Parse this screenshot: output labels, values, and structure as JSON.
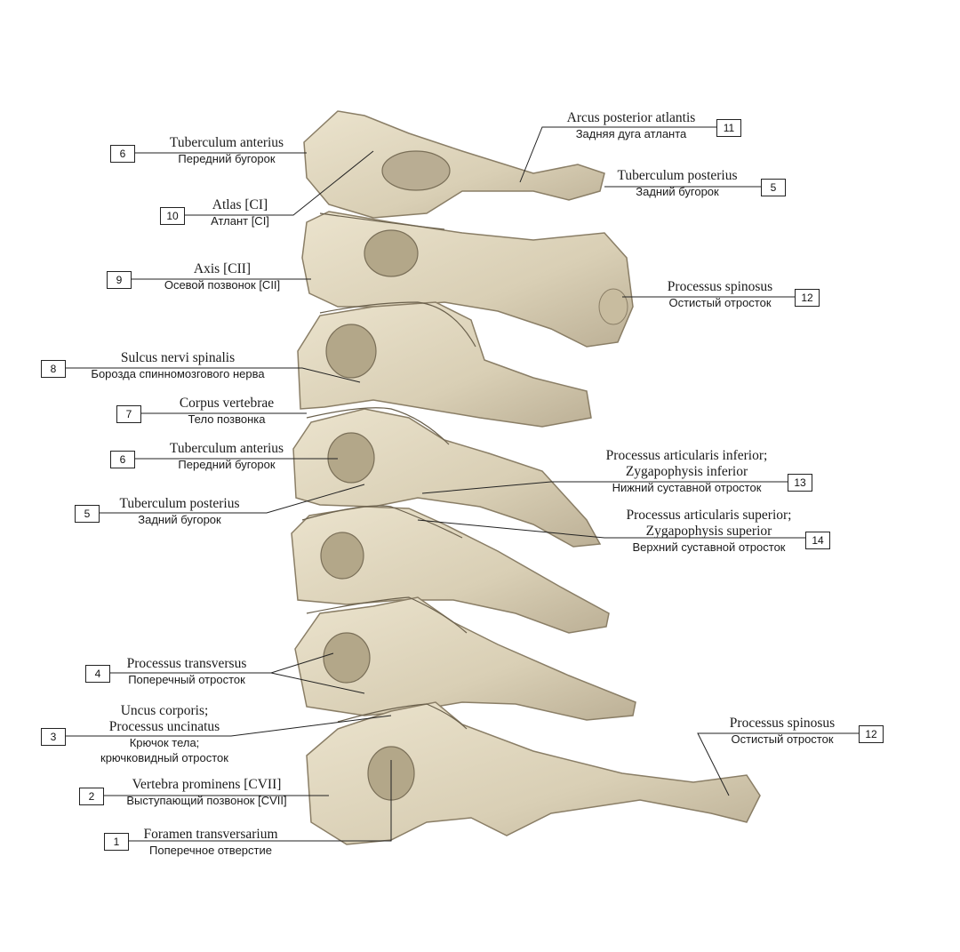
{
  "labels": [
    {
      "num": "6",
      "latin": "Tuberculum anterius",
      "russian": "Передний бугорок"
    },
    {
      "num": "10",
      "latin": "Atlas [CI]",
      "russian": "Атлант [CI]"
    },
    {
      "num": "9",
      "latin": "Axis [CII]",
      "russian": "Осевой позвонок [CII]"
    },
    {
      "num": "8",
      "latin": "Sulcus nervi spinalis",
      "russian": "Борозда спинномозгового нерва"
    },
    {
      "num": "7",
      "latin": "Corpus vertebrae",
      "russian": "Тело позвонка"
    },
    {
      "num": "6",
      "latin": "Tuberculum anterius",
      "russian": "Передний бугорок"
    },
    {
      "num": "5",
      "latin": "Tuberculum posterius",
      "russian": "Задний бугорок"
    },
    {
      "num": "4",
      "latin": "Processus transversus",
      "russian": "Поперечный отросток"
    },
    {
      "num": "3",
      "latin": "Uncus corporis;",
      "latin2": "Processus uncinatus",
      "russian": "Крючок тела;",
      "russian2": "крючковидный отросток"
    },
    {
      "num": "2",
      "latin": "Vertebra prominens [CVII]",
      "russian": "Выступающий позвонок [CVII]"
    },
    {
      "num": "1",
      "latin": "Foramen transversarium",
      "russian": "Поперечное отверстие"
    },
    {
      "num": "11",
      "latin": "Arcus posterior atlantis",
      "russian": "Задняя дуга атланта"
    },
    {
      "num": "5",
      "latin": "Tuberculum posterius",
      "russian": "Задний бугорок"
    },
    {
      "num": "12",
      "latin": "Processus spinosus",
      "russian": "Остистый отросток"
    },
    {
      "num": "13",
      "latin": "Processus articularis inferior;",
      "latin2": "Zygapophysis inferior",
      "russian": "Нижний суставной отросток"
    },
    {
      "num": "14",
      "latin": "Processus articularis superior;",
      "latin2": "Zygapophysis superior",
      "russian": "Верхний суставной отросток"
    },
    {
      "num": "12",
      "latin": "Processus spinosus",
      "russian": "Остистый отросток"
    }
  ],
  "colors": {
    "bone": "#ddd3ba",
    "bone_shade": "#b3a789",
    "bone_dark": "#7a6f58",
    "leader": "#222222"
  }
}
